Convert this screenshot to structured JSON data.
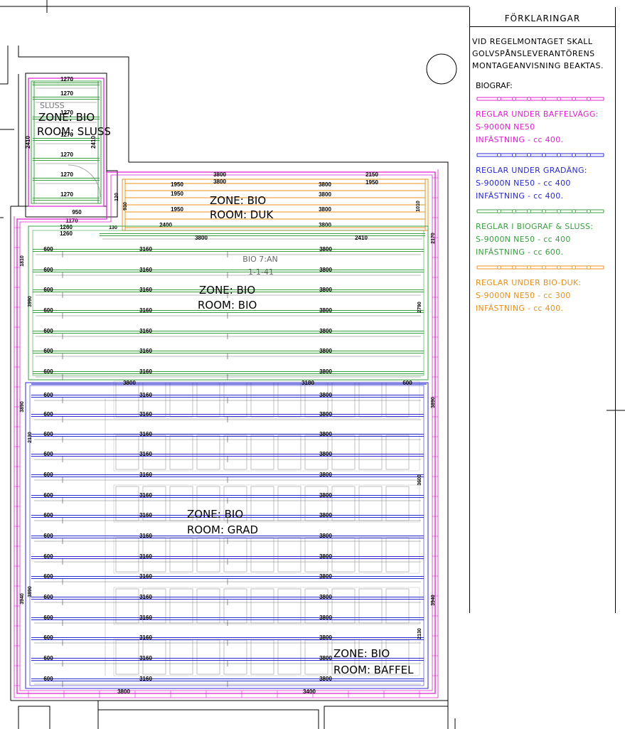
{
  "legend": {
    "title": "FÖRKLARINGAR",
    "note": [
      "VID REGELMONTAGET SKALL",
      "GOLVSPÅNSLEVERANTÖRENS",
      "MONTAGEANVISNING BEAKTAS."
    ],
    "heading": "BIOGRAF:",
    "items": [
      {
        "color": "#e020d0",
        "lines": [
          "REGLAR UNDER BAFFELVÄGG:",
          "S-9000N NE50",
          "INFÄSTNING - cc 400."
        ]
      },
      {
        "color": "#2a2ad0",
        "lines": [
          "REGLAR UNDER GRADÄNG:",
          "S-9000N NE50 - cc 400",
          "INFÄSTNING - cc 400."
        ]
      },
      {
        "color": "#3aa040",
        "lines": [
          "REGLAR I BIOGRAF & SLUSS:",
          "S-9000N NE50 - cc 400",
          "INFÄSTNING - cc 600."
        ]
      },
      {
        "color": "#e8901e",
        "lines": [
          "REGLAR UNDER BIO-DUK:",
          "S-9000N NE50 - cc 300",
          "INFÄSTNING - cc 400."
        ]
      }
    ]
  },
  "zones": [
    {
      "zone": "ZONE: BIO",
      "room": "ROOM: SLUSS"
    },
    {
      "zone": "ZONE: BIO",
      "room": "ROOM: DUK"
    },
    {
      "zone": "ZONE: BIO",
      "room": "ROOM: BIO"
    },
    {
      "zone": "ZONE: BIO",
      "room": "ROOM: GRAD"
    },
    {
      "zone": "ZONE: BIO",
      "room": "ROOM: BAFFEL"
    }
  ],
  "labels": {
    "sluss_gray": "SLUSS",
    "bio_gray_1": "BIO 7:AN",
    "bio_gray_2": "1-1-41"
  },
  "dims": {
    "sluss_joist": "1270",
    "sluss_side": "2410",
    "sluss_bottom": "950",
    "sluss_1170": "1170",
    "top_3800": "3800",
    "top_2150": "2150",
    "duk_1950": "1950",
    "duk_3800": "3800",
    "duk_2400": "2400",
    "duk_2410": "2410",
    "duk_1010": "1010",
    "duk_130": "130",
    "duk_930": "930",
    "duk_120": "120",
    "left_1260": "1260",
    "r600": "600",
    "r3160": "3160",
    "r3800": "3800",
    "side_1810": "1810",
    "side_3990": "3990",
    "side_2790": "2790",
    "side_2170": "2170",
    "mid_3800": "3800",
    "mid_3180": "3180",
    "mid_600": "600",
    "side_2130": "2130",
    "side_3600": "3600",
    "side_3890": "3890",
    "side_3940": "3940",
    "side_2130b": "2130",
    "bot_3800": "3800",
    "bot_3400": "3400"
  }
}
